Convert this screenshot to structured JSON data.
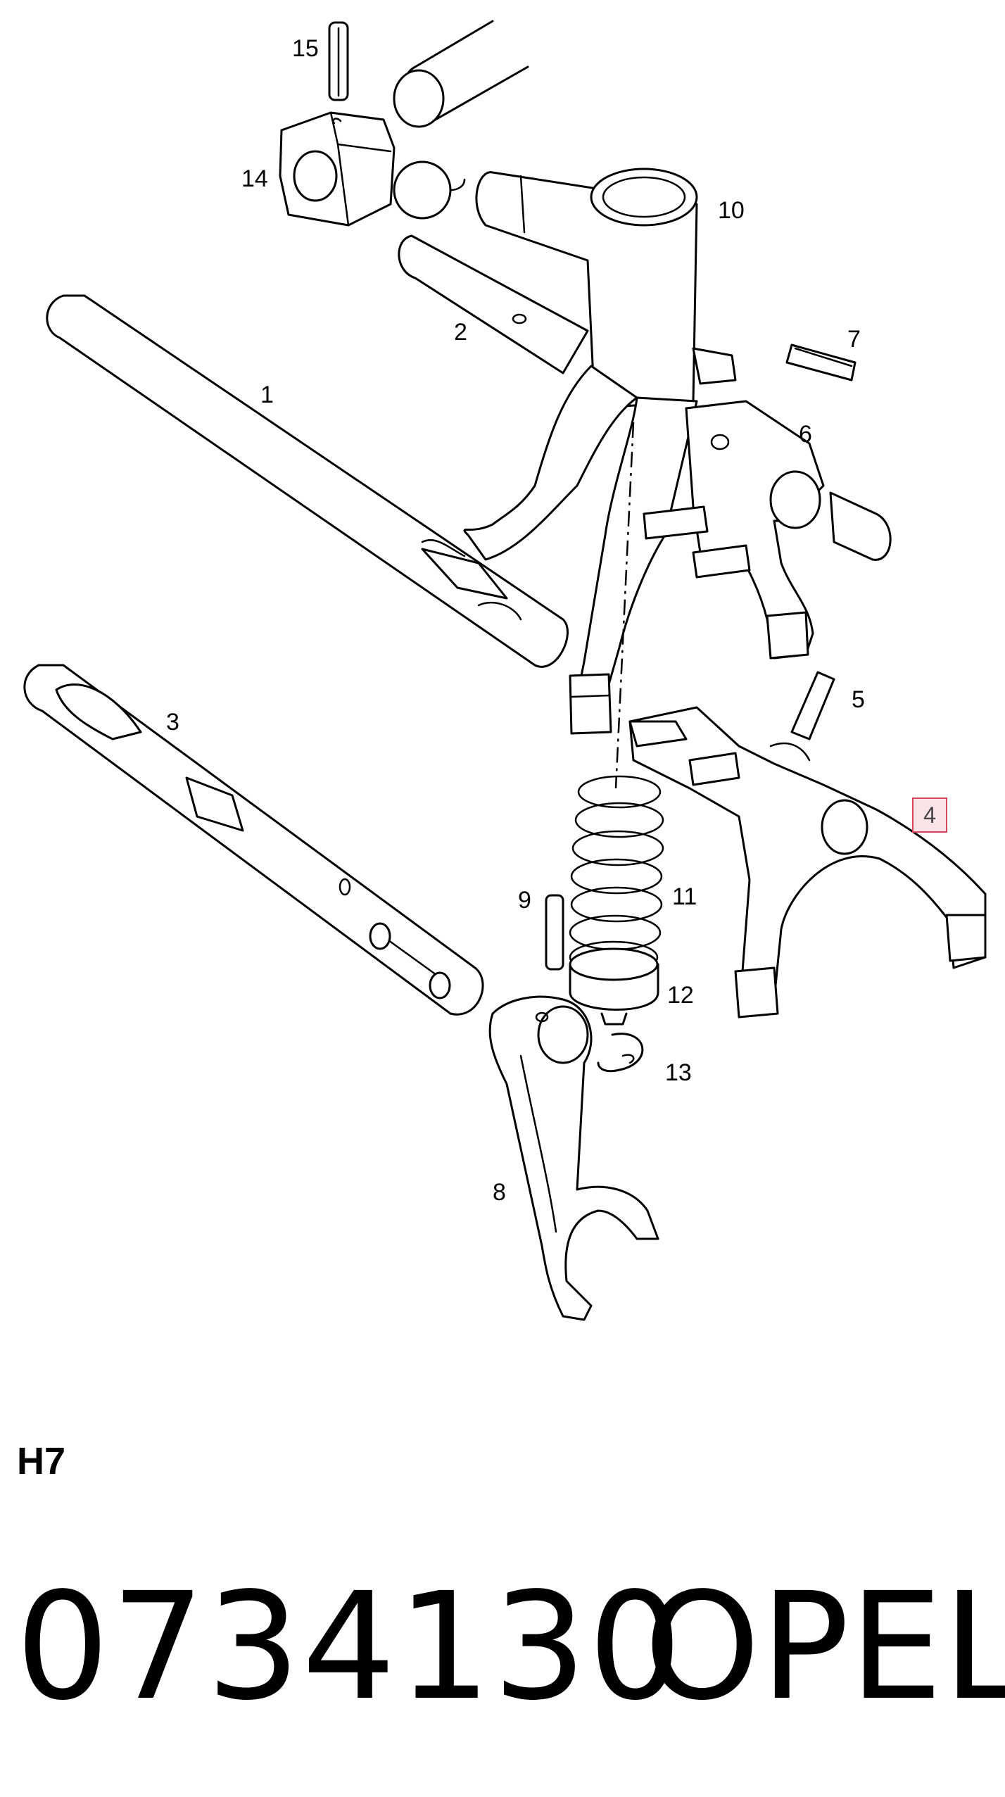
{
  "diagram": {
    "labels": {
      "p1": "1",
      "p2": "2",
      "p3": "3",
      "p4": "4",
      "p5": "5",
      "p6": "6",
      "p7": "7",
      "p8": "8",
      "p9": "9",
      "p10": "10",
      "p11": "11",
      "p12": "12",
      "p13": "13",
      "p14": "14",
      "p15": "15"
    },
    "highlighted_part": "4",
    "highlight_color": "#d9455a"
  },
  "footer": {
    "section_code": "H7",
    "part_number": "0734130",
    "manufacturer": "OPEL"
  }
}
